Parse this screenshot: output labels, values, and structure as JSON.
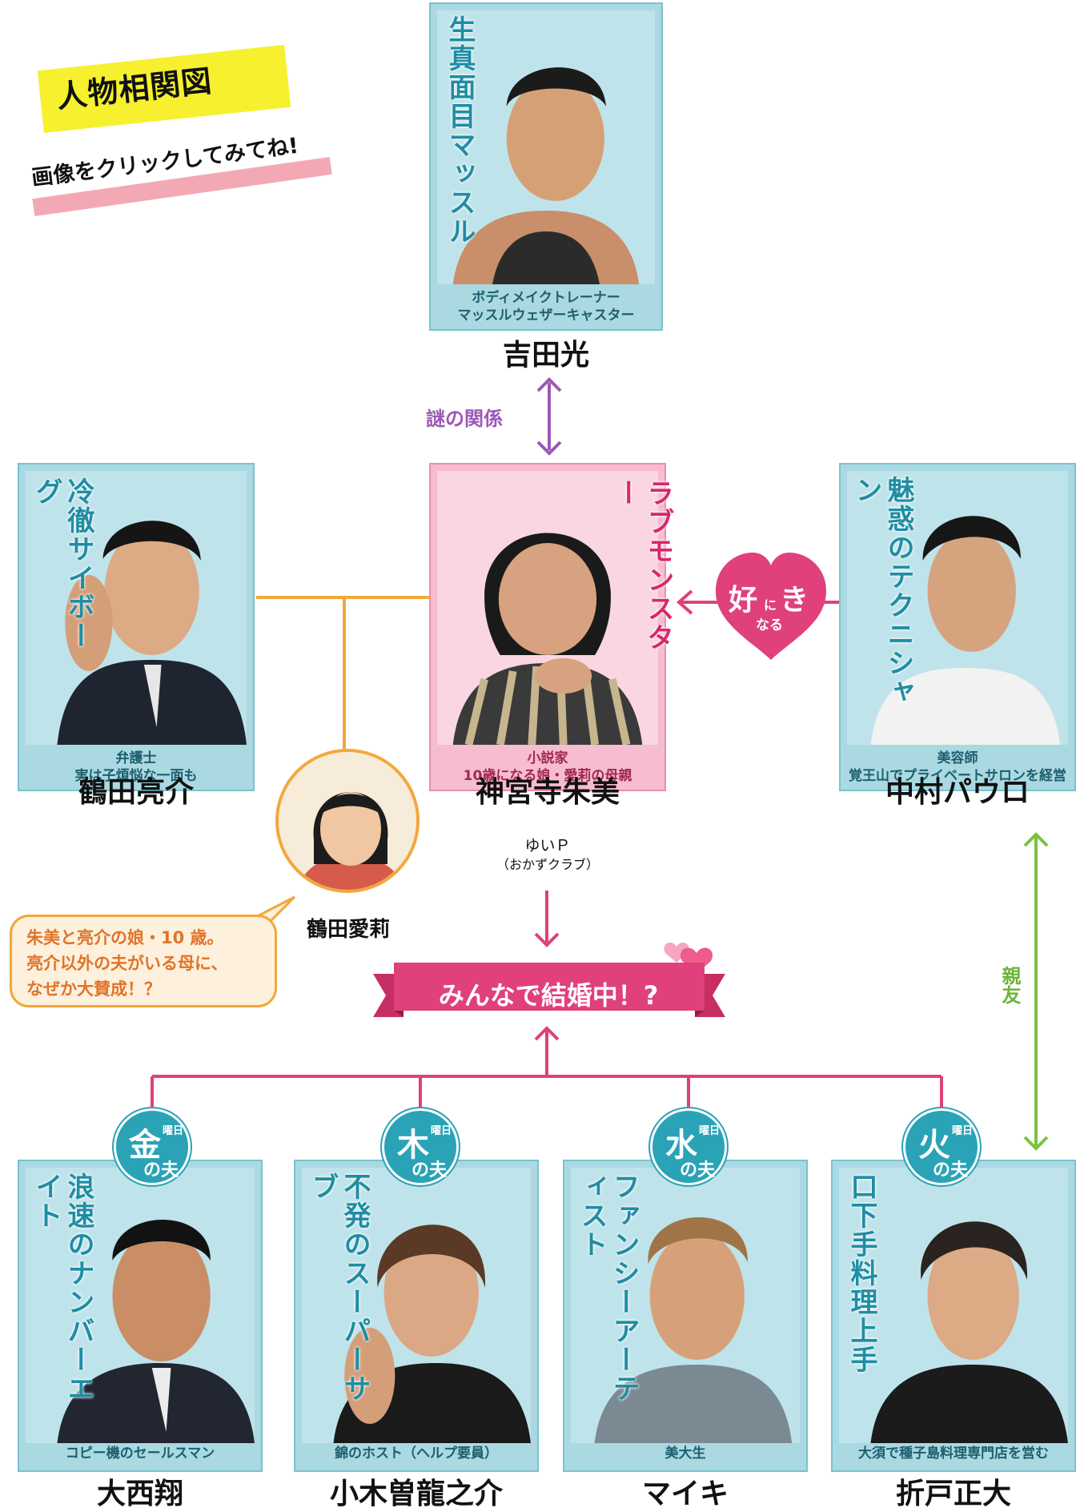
{
  "header": {
    "title": "人物相関図",
    "subtitle": "画像をクリックしてみてね!"
  },
  "characters": {
    "yoshida": {
      "catch": "生真面目マッスル",
      "role_line1": "ボディメイクトレーナー",
      "role_line2": "マッスルウェザーキャスター",
      "name": "吉田光"
    },
    "tsuruta": {
      "catch": "冷徹サイボーグ",
      "role_line1": "弁護士",
      "role_line2": "実は子煩悩な一面も",
      "name": "鶴田亮介"
    },
    "jinguji": {
      "catch": "ラブモンスター",
      "role_line1": "小説家",
      "role_line2": "10歳になる娘・愛莉の母親",
      "name": "神宮寺朱美",
      "actor": "ゆいＰ",
      "actor_group": "（おかずクラブ）"
    },
    "nakamura": {
      "catch": "魅惑のテクニシャン",
      "role_line1": "美容師",
      "role_line2": "覚王山でプライベートサロンを経営",
      "name": "中村パウロ"
    },
    "airi": {
      "name": "鶴田愛莉",
      "note_line1": "朱美と亮介の娘・10 歳。",
      "note_line2": "亮介以外の夫がいる母に、",
      "note_line3": "なぜか大賛成！？"
    },
    "onishi": {
      "day": "金",
      "catch": "浪速のナンバーエイト",
      "role": "コピー機のセールスマン",
      "name": "大西翔"
    },
    "ogi": {
      "day": "木",
      "catch": "不発のスーパーサブ",
      "role": "錦のホスト（ヘルプ要員）",
      "name": "小木曽龍之介"
    },
    "maiki": {
      "day": "水",
      "catch": "ファンシーアーティスト",
      "role": "美大生",
      "name": "マイキ"
    },
    "orito": {
      "day": "火",
      "catch": "口下手料理上手",
      "role": "大須で種子島料理専門店を営む",
      "name": "折戸正大"
    }
  },
  "badge_suffix": {
    "youbi": "曜日",
    "husband": "の夫"
  },
  "relations": {
    "mystery": "謎の関係",
    "like_big1": "好",
    "like_small": "に",
    "like_big2": "き",
    "like_bottom": "なる",
    "best_friend": "親友",
    "married": "みんなで結婚中！?"
  },
  "colors": {
    "teal": "#2aa3b6",
    "card_blue": "#aad9e2",
    "card_pink": "#f6bccf",
    "pink_accent": "#e0407c",
    "purple": "#9b59b6",
    "green": "#7cc242",
    "orange": "#f2a83b"
  }
}
